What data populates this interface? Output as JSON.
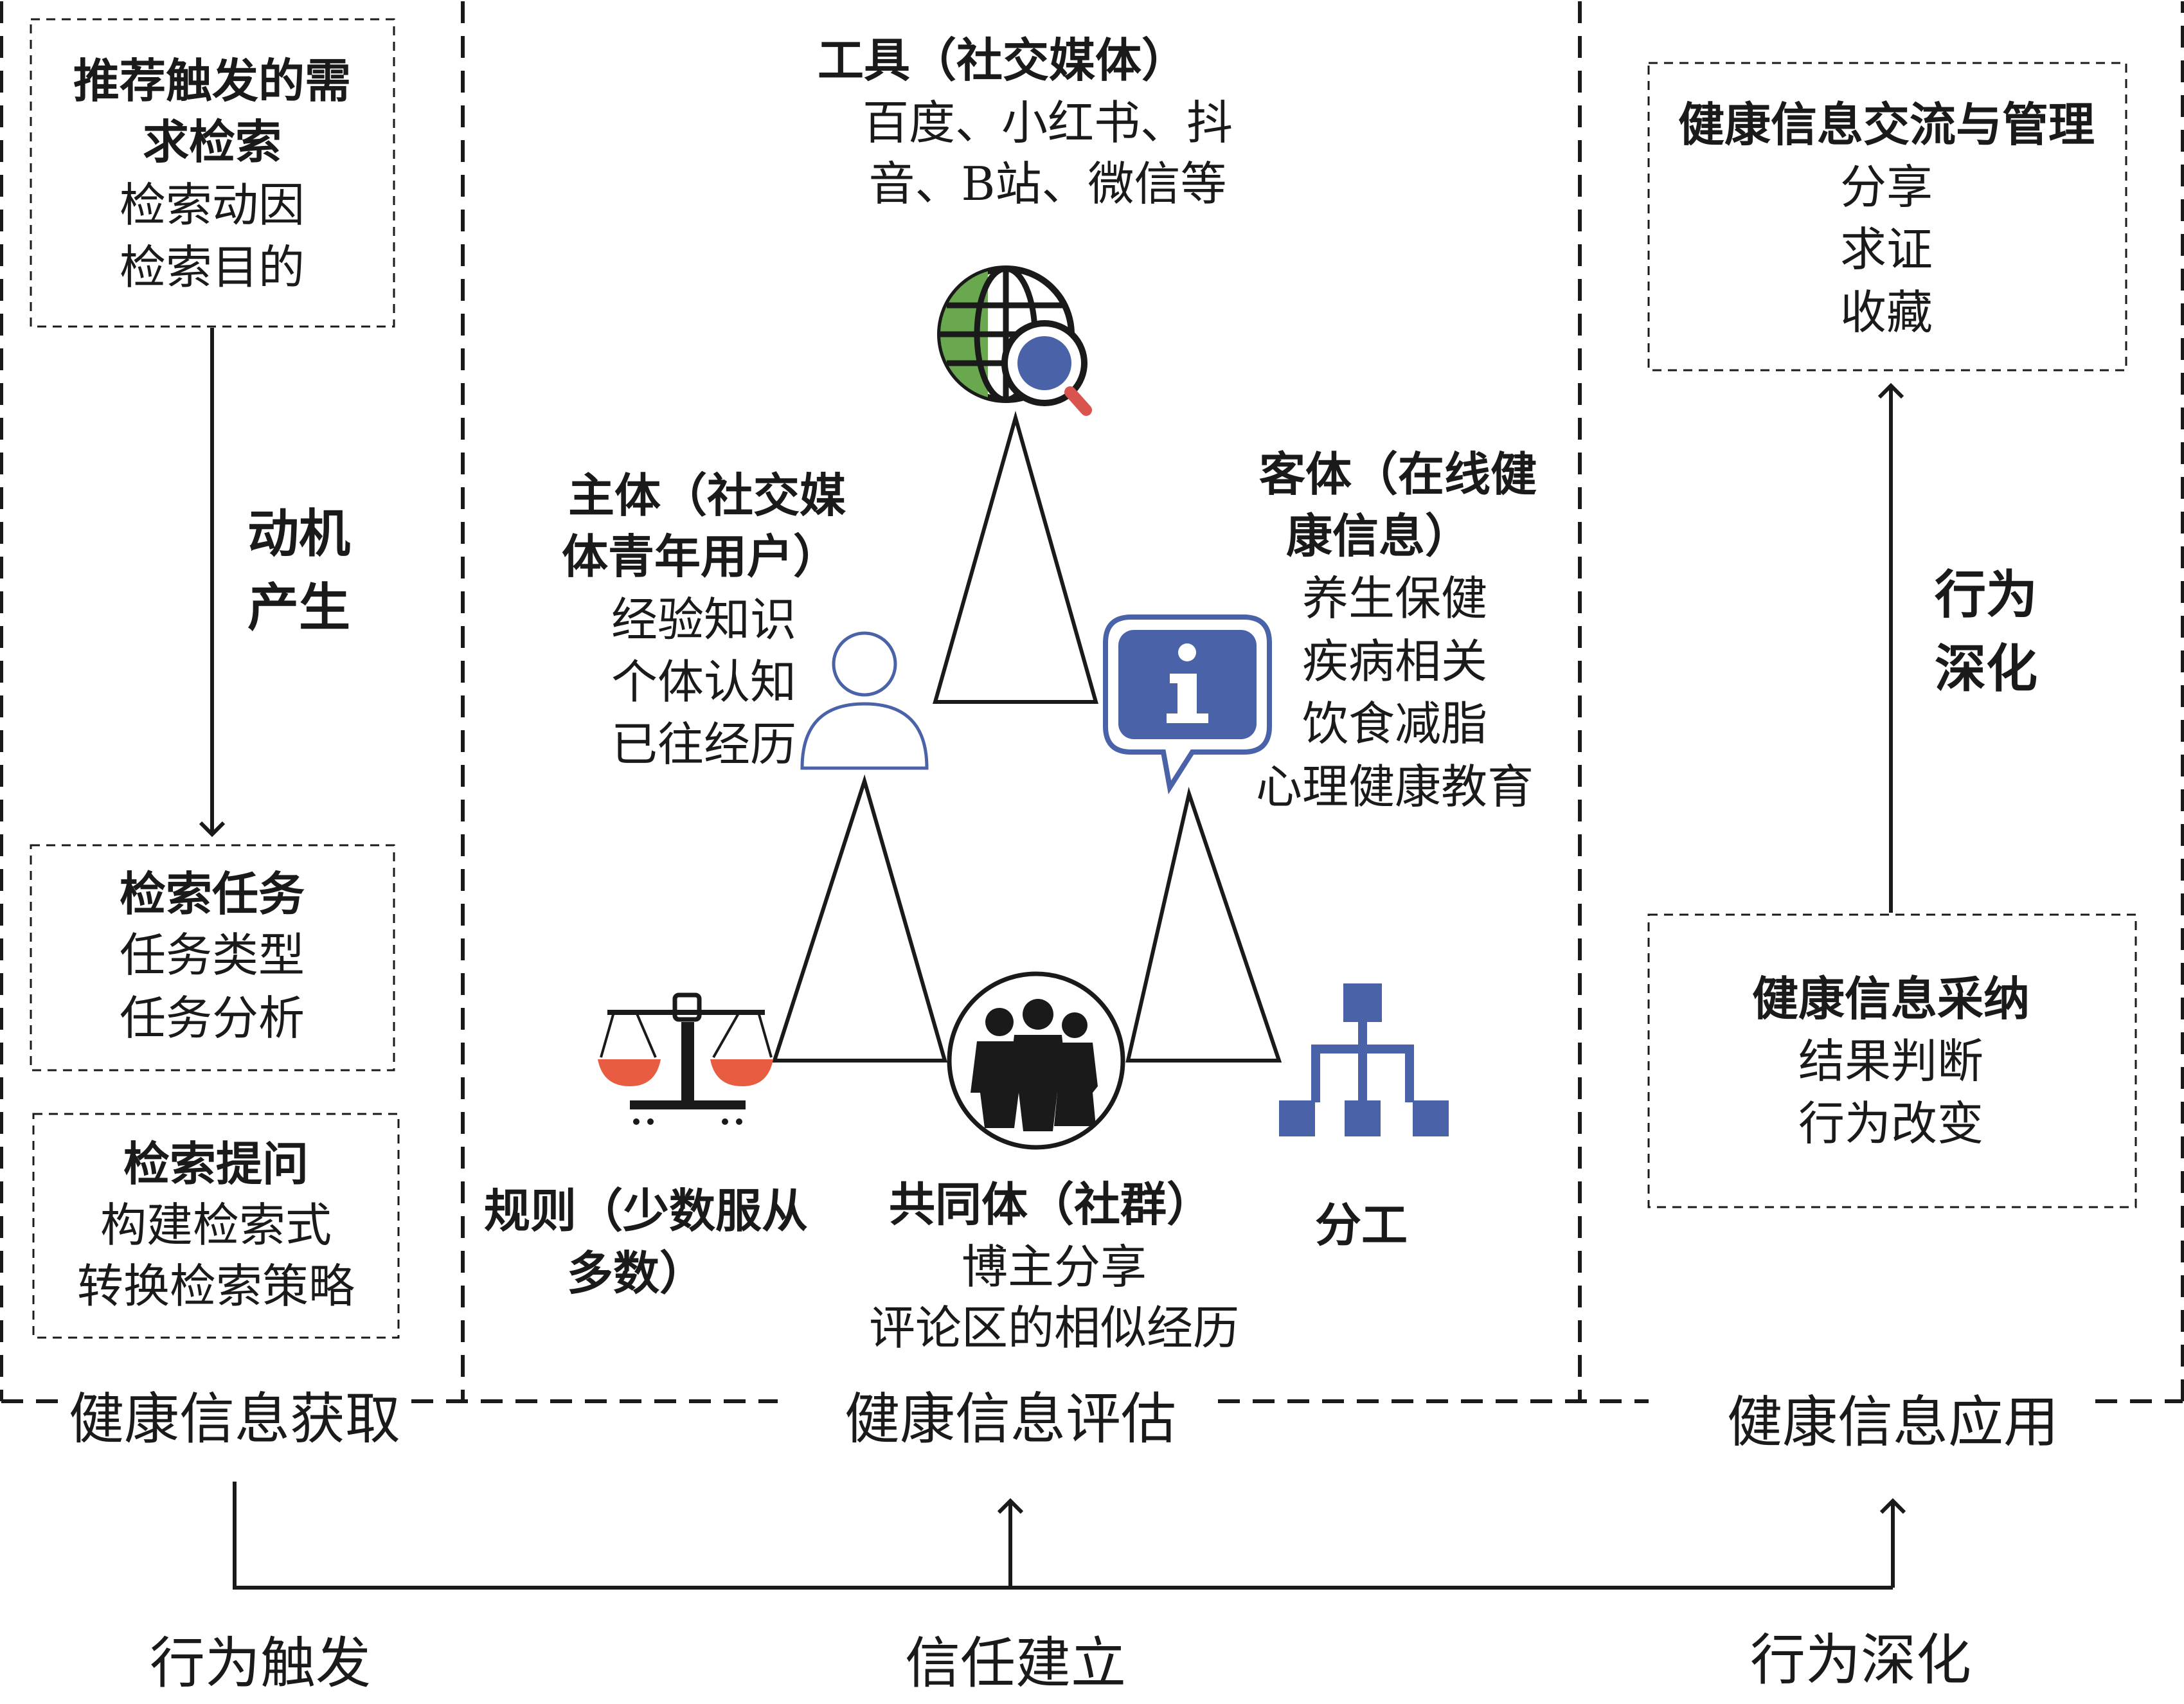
{
  "acquisition": {
    "box1": {
      "title": [
        "推荐触发的需",
        "求检索"
      ],
      "items": [
        "检索动因",
        "检索目的"
      ]
    },
    "arrow_label": [
      "动机",
      "产生"
    ],
    "box2": {
      "title": "检索任务",
      "items": [
        "任务类型",
        "任务分析"
      ]
    },
    "box3": {
      "title": "检索提问",
      "items": [
        "构建检索式",
        "转换检索策略"
      ]
    },
    "section_label": "健康信息获取"
  },
  "evaluation": {
    "tool": {
      "title": "工具（社交媒体）",
      "items": [
        "百度、小红书、抖",
        "音、B站、微信等"
      ]
    },
    "subject": {
      "title": [
        "主体（社交媒",
        "体青年用户）"
      ],
      "items": [
        "经验知识",
        "个体认知",
        "已往经历"
      ]
    },
    "object": {
      "title": [
        "客体（在线健",
        "康信息）"
      ],
      "items": [
        "养生保健",
        "疾病相关",
        "饮食减脂",
        "心理健康教育"
      ]
    },
    "rule": {
      "title": [
        "规则（少数服从",
        "多数）"
      ]
    },
    "community": {
      "title": "共同体（社群）",
      "items": [
        "博主分享",
        "评论区的相似经历"
      ]
    },
    "division": {
      "title": "分工"
    },
    "section_label": "健康信息评估"
  },
  "application": {
    "box1": {
      "title": "健康信息交流与管理",
      "items": [
        "分享",
        "求证",
        "收藏"
      ]
    },
    "arrow_label": [
      "行为",
      "深化"
    ],
    "box2": {
      "title": "健康信息采纳",
      "items": [
        "结果判断",
        "行为改变"
      ]
    },
    "section_label": "健康信息应用"
  },
  "bottom": {
    "labels": [
      "行为触发",
      "信任建立",
      "行为深化"
    ]
  },
  "colors": {
    "icon_blue": "#4a62a8",
    "globe_green": "#6aa84f",
    "scale_red": "#e85c41",
    "magnifier_red": "#d9534f",
    "line": "#1a1a1a"
  }
}
